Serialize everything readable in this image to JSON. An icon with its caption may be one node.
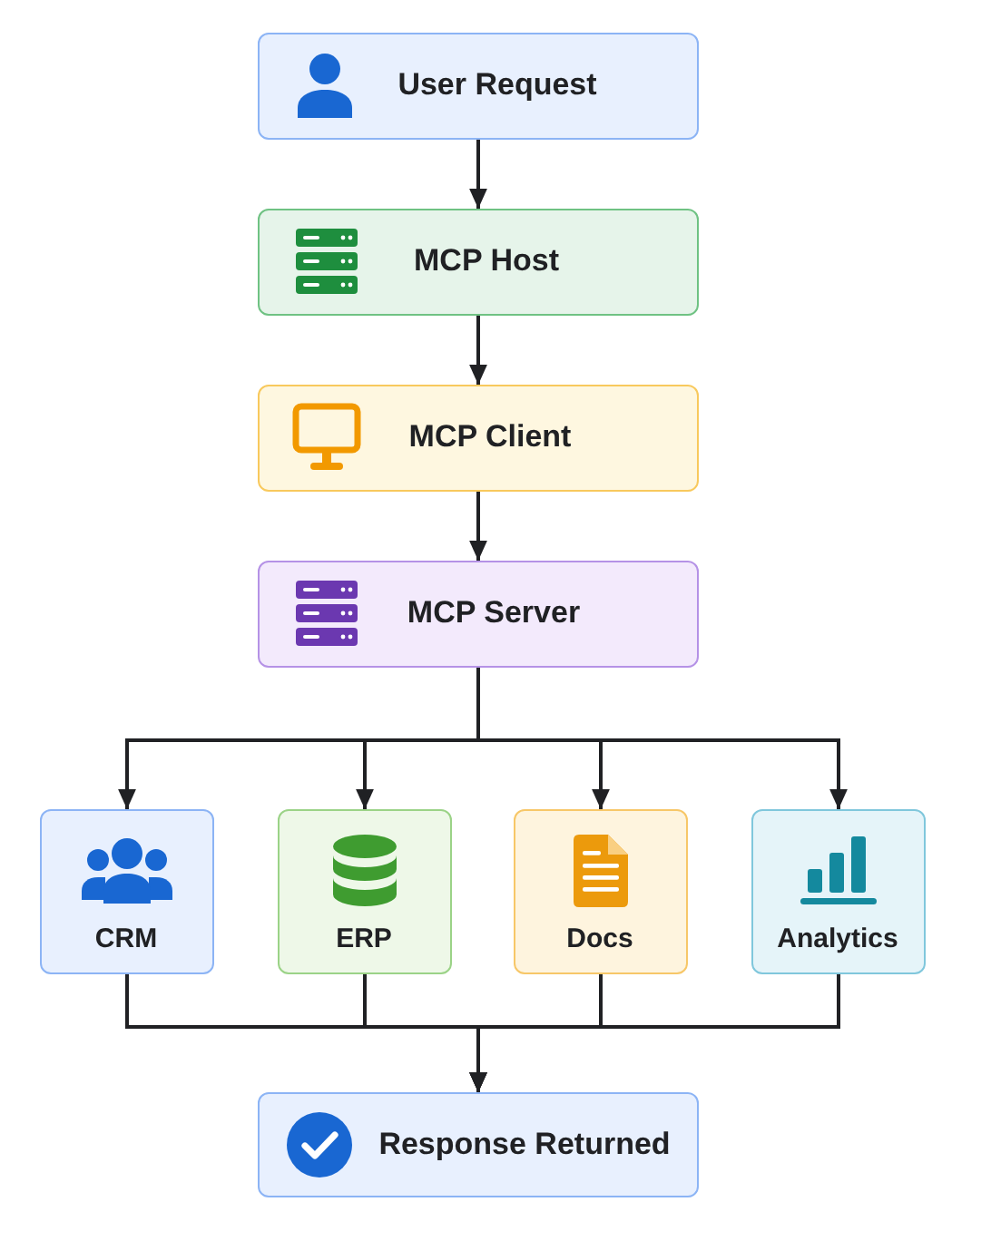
{
  "diagram": {
    "nodes": [
      {
        "text": [
          "User Request"
        ]
      },
      {
        "text": [
          "MCP Host"
        ]
      },
      {
        "text": [
          "MCP Client"
        ]
      },
      {
        "text": [
          "MCP Server"
        ]
      },
      {
        "text": [
          "CRM"
        ]
      },
      {
        "text": [
          "ERP"
        ]
      },
      {
        "text": [
          "Docs"
        ]
      },
      {
        "text": [
          "Analytics"
        ]
      },
      {
        "text": [
          "Response Returned"
        ]
      }
    ],
    "edges": [
      {
        "from": 0,
        "to": 1,
        "arrow": "to"
      },
      {
        "from": 1,
        "to": 2,
        "arrow": "to"
      },
      {
        "from": 2,
        "to": 3,
        "arrow": "to"
      },
      {
        "from": 3,
        "to": 4,
        "arrow": "to"
      },
      {
        "from": 3,
        "to": 5,
        "arrow": "to"
      },
      {
        "from": 3,
        "to": 6,
        "arrow": "to"
      },
      {
        "from": 3,
        "to": 7,
        "arrow": "to"
      },
      {
        "from": 4,
        "to": 8,
        "arrow": "to"
      },
      {
        "from": 5,
        "to": 8,
        "arrow": "to"
      },
      {
        "from": 6,
        "to": 8,
        "arrow": "to"
      },
      {
        "from": 7,
        "to": 8,
        "arrow": "to"
      }
    ]
  }
}
